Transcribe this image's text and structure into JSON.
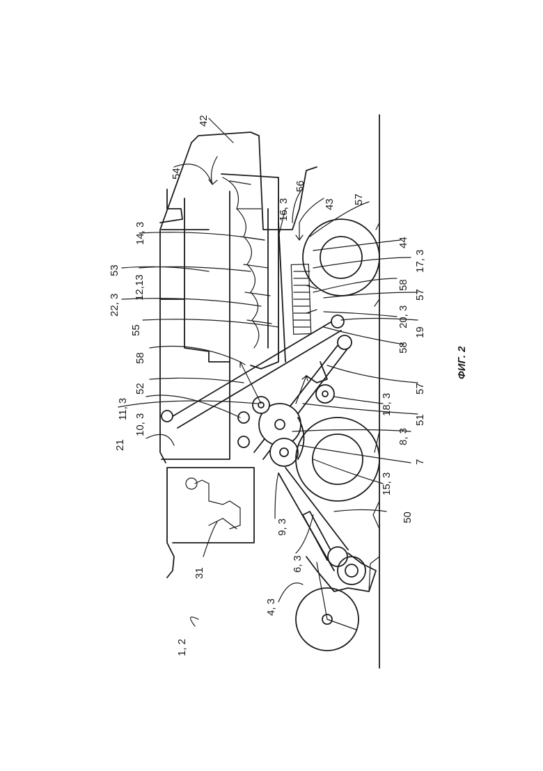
{
  "figure": {
    "caption": "ФИГ. 2",
    "labels": [
      {
        "id": "1-2",
        "text": "1, 2"
      },
      {
        "id": "4-3",
        "text": "4, 3"
      },
      {
        "id": "31",
        "text": "31"
      },
      {
        "id": "21",
        "text": "21"
      },
      {
        "id": "10-3",
        "text": "10, 3"
      },
      {
        "id": "11-3",
        "text": "11, 3"
      },
      {
        "id": "52",
        "text": "52"
      },
      {
        "id": "58a",
        "text": "58"
      },
      {
        "id": "55",
        "text": "55"
      },
      {
        "id": "22-3",
        "text": "22, 3"
      },
      {
        "id": "12-13",
        "text": "12,13"
      },
      {
        "id": "53",
        "text": "53"
      },
      {
        "id": "14-3",
        "text": "14, 3"
      },
      {
        "id": "54",
        "text": "54"
      },
      {
        "id": "42",
        "text": "42"
      },
      {
        "id": "6-3",
        "text": "6, 3"
      },
      {
        "id": "9-3",
        "text": "9, 3"
      },
      {
        "id": "50",
        "text": "50"
      },
      {
        "id": "15-3",
        "text": "15, 3"
      },
      {
        "id": "7",
        "text": "7"
      },
      {
        "id": "8-3",
        "text": "8, 3"
      },
      {
        "id": "51",
        "text": "51"
      },
      {
        "id": "18-3",
        "text": "18, 3"
      },
      {
        "id": "57a",
        "text": "57"
      },
      {
        "id": "58b",
        "text": "58"
      },
      {
        "id": "19",
        "text": "19"
      },
      {
        "id": "20-3",
        "text": "20, 3"
      },
      {
        "id": "57b",
        "text": "57"
      },
      {
        "id": "58c",
        "text": "58"
      },
      {
        "id": "17-3",
        "text": "17, 3"
      },
      {
        "id": "44",
        "text": "44"
      },
      {
        "id": "57c",
        "text": "57"
      },
      {
        "id": "43",
        "text": "43"
      },
      {
        "id": "56",
        "text": "56"
      },
      {
        "id": "16-3",
        "text": "16, 3"
      }
    ]
  }
}
